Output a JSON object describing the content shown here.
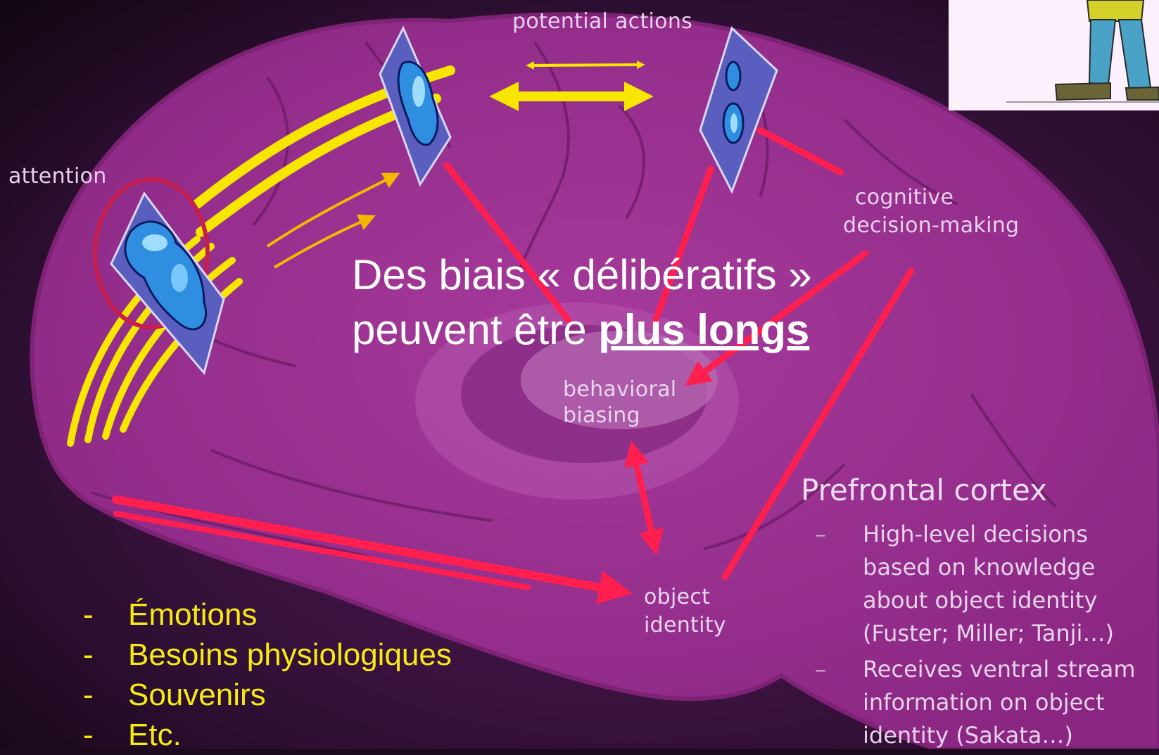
{
  "headline": {
    "line1": "Des biais « délibératifs »",
    "line2_prefix": "peuvent être ",
    "line2_emphasis": "plus longs"
  },
  "diagram_labels": {
    "potential_actions": "potential actions",
    "attention": "attention",
    "cognitive": "cognitive",
    "decision_making": "decision-making",
    "behavioral": "behavioral",
    "biasing": "biasing",
    "object": "object",
    "identity": "identity"
  },
  "prefrontal": {
    "title": "Prefrontal cortex",
    "items": [
      {
        "dash": "–",
        "text": "High-level decisions based on knowledge about object identity (Fuster; Miller; Tanji…)"
      },
      {
        "dash": "–",
        "text": "Receives ventral stream information on object identity (Sakata…)"
      }
    ]
  },
  "factors": {
    "items": [
      {
        "dash": "-",
        "text": "Émotions"
      },
      {
        "dash": "-",
        "text": "Besoins physiologiques"
      },
      {
        "dash": "-",
        "text": "Souvenirs"
      },
      {
        "dash": "-",
        "text": "Etc."
      }
    ]
  },
  "colors": {
    "brain": "#9a2f8f",
    "background": "#1d0a1f",
    "arrow_red": "#ff1f4f",
    "arrow_yellow": "#f6e600",
    "factor_text": "#f4ea14",
    "headline_text": "#ffffff"
  }
}
